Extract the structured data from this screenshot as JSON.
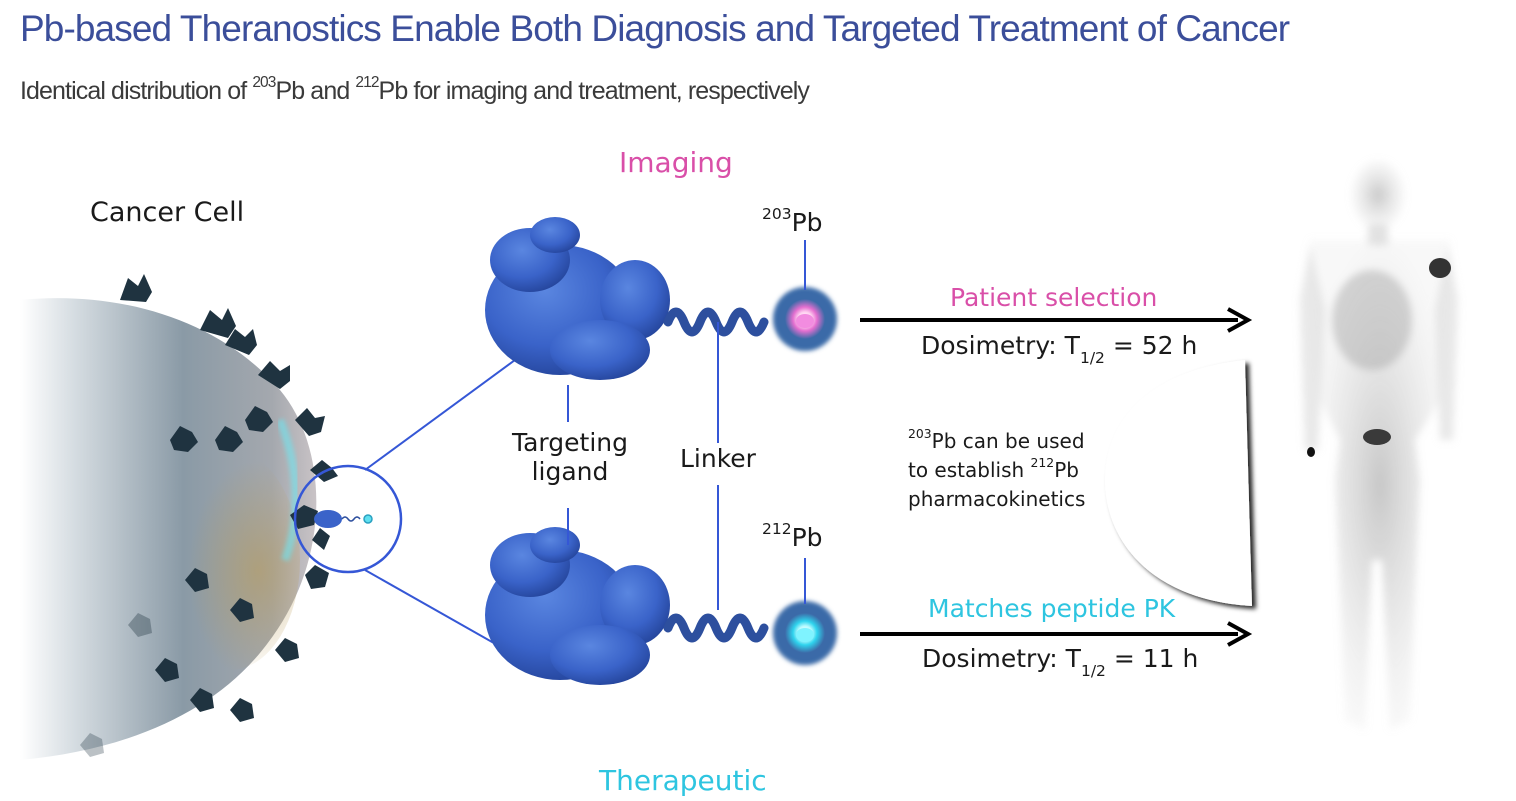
{
  "header": {
    "title": "Pb-based Theranostics Enable Both Diagnosis and Targeted Treatment of Cancer",
    "subtitle_prefix": "Identical distribution of ",
    "isotope1_mass": "203",
    "isotope1_symbol": "Pb and ",
    "isotope2_mass": "212",
    "isotope2_symbol": "Pb for imaging and treatment, respectively"
  },
  "diagram": {
    "cancer_cell_label": "Cancer Cell",
    "imaging_label": "Imaging",
    "therapeutic_label": "Therapeutic",
    "targeting_ligand_line1": "Targeting",
    "targeting_ligand_line2": "ligand",
    "linker_label": "Linker",
    "isotope_top": {
      "mass": "203",
      "symbol": "Pb"
    },
    "isotope_bottom": {
      "mass": "212",
      "symbol": "Pb"
    },
    "top_arrow": {
      "above": "Patient selection",
      "below_prefix": "Dosimetry: T",
      "below_sub": "1/2",
      "below_suffix": " = 52 h"
    },
    "bottom_arrow": {
      "above": "Matches peptide PK",
      "below_prefix": "Dosimetry: T",
      "below_sub": "1/2",
      "below_suffix": " = 11 h"
    },
    "note": {
      "mass1": "203",
      "line1": "Pb can be used",
      "line2_prefix": "to establish ",
      "mass2": "212",
      "line2_suffix": "Pb",
      "line3": "pharmacokinetics"
    }
  },
  "colors": {
    "title": "#3b4e9a",
    "imaging": "#d94fa8",
    "therapeutic": "#2ec5e0",
    "line_blue": "#3557d6",
    "protein_blue": "#3a63c9"
  }
}
